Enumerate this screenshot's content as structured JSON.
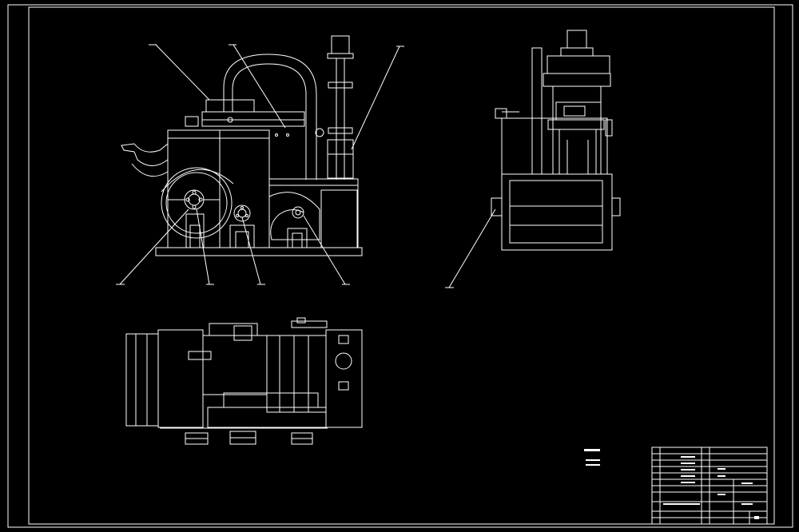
{
  "canvas": {
    "background": "#000000",
    "line_color": "#ffffff"
  },
  "views": [
    {
      "id": "front-view",
      "leaders": 8
    },
    {
      "id": "side-view",
      "leaders": 2
    },
    {
      "id": "top-view",
      "leaders": 0
    }
  ],
  "title_block": {
    "present": true
  },
  "technical_notes": {
    "present": true
  }
}
